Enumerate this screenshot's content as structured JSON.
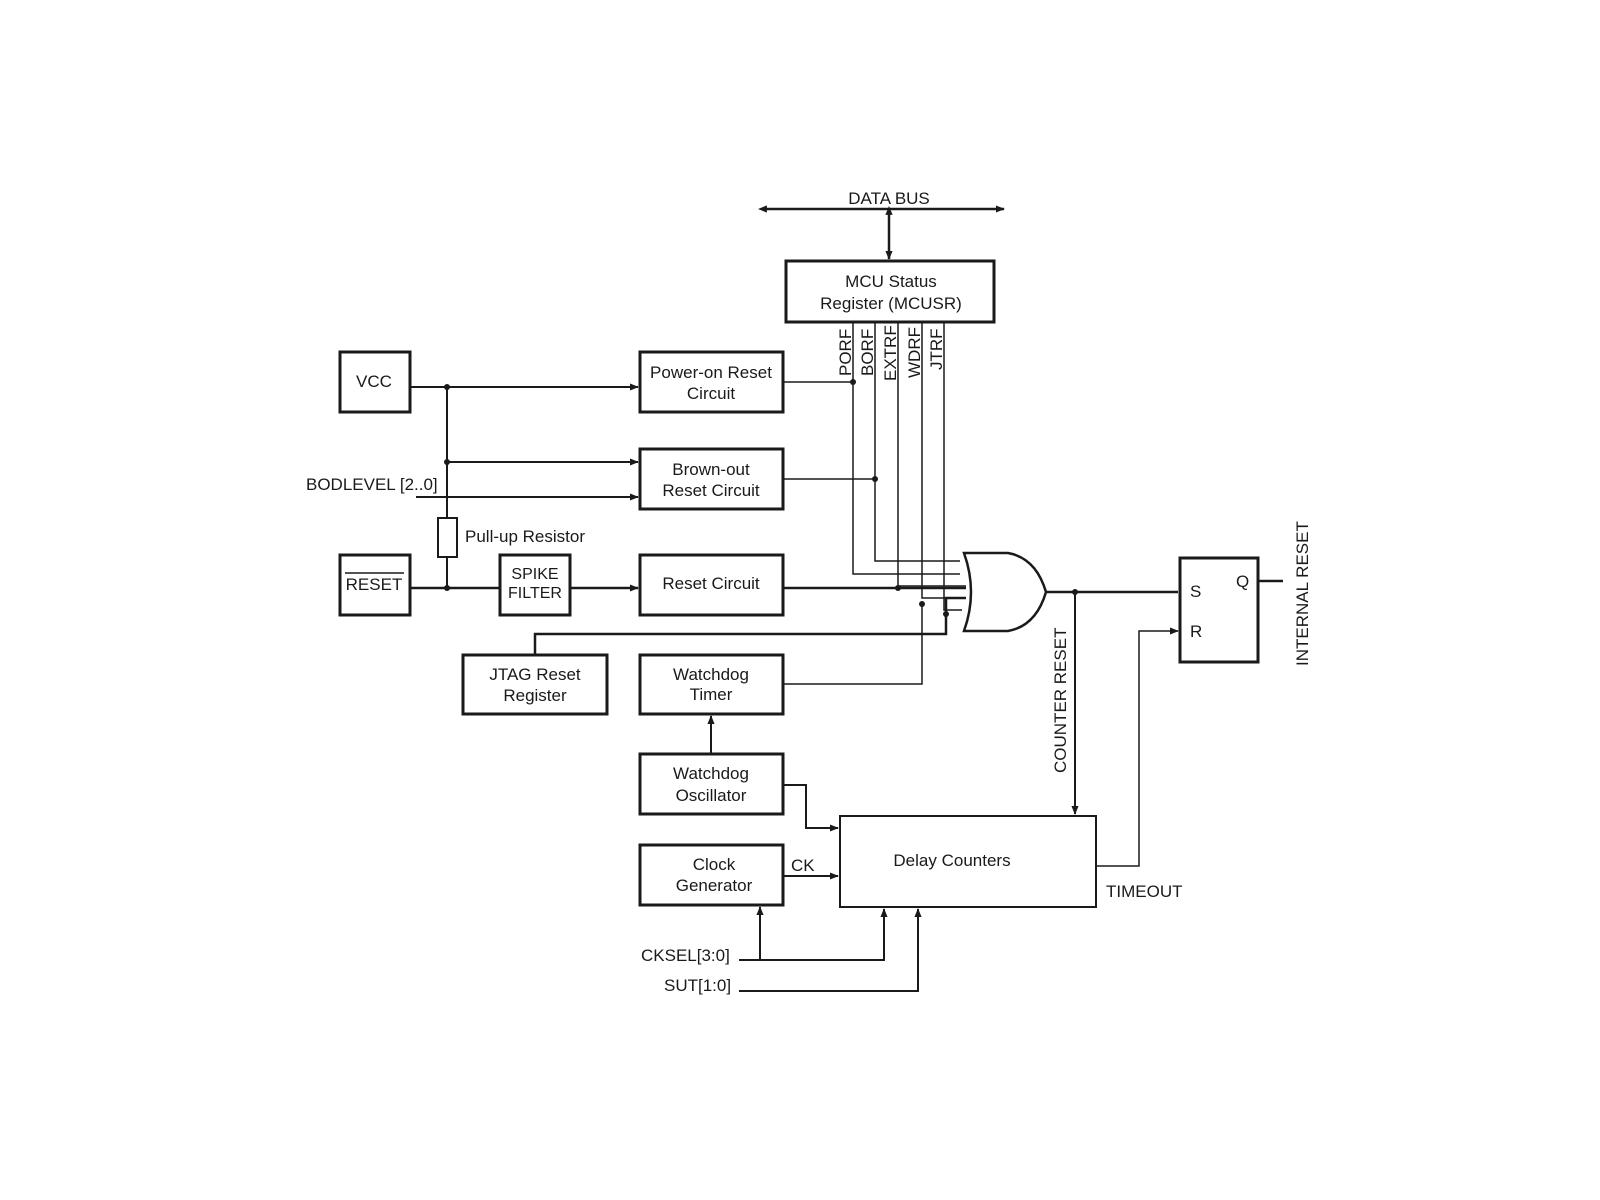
{
  "data_bus": "DATA BUS",
  "mcusr": {
    "line1": "MCU Status",
    "line2": "Register (MCUSR)"
  },
  "flags": [
    "PORF",
    "BORF",
    "EXTRF",
    "WDRF",
    "JTRF"
  ],
  "vcc": "VCC",
  "por": {
    "line1": "Power-on Reset",
    "line2": "Circuit"
  },
  "bod": {
    "line1": "Brown-out",
    "line2": "Reset Circuit"
  },
  "bodlevel": "BODLEVEL [2..0]",
  "pullup": "Pull-up Resistor",
  "reset_pin": "RESET",
  "spike": {
    "line1": "SPIKE",
    "line2": "FILTER"
  },
  "reset_circuit": "Reset Circuit",
  "jtag": {
    "line1": "JTAG Reset",
    "line2": "Register"
  },
  "wdt": {
    "line1": "Watchdog",
    "line2": "Timer"
  },
  "wdosc": {
    "line1": "Watchdog",
    "line2": "Oscillator"
  },
  "clockgen": {
    "line1": "Clock",
    "line2": "Generator"
  },
  "ck": "CK",
  "delay": "Delay Counters",
  "timeout": "TIMEOUT",
  "counter_reset": "COUNTER RESET",
  "sr": {
    "s": "S",
    "r": "R",
    "q": "Q"
  },
  "internal_reset": "INTERNAL  RESET",
  "cksel": "CKSEL[3:0]",
  "sut": "SUT[1:0]"
}
